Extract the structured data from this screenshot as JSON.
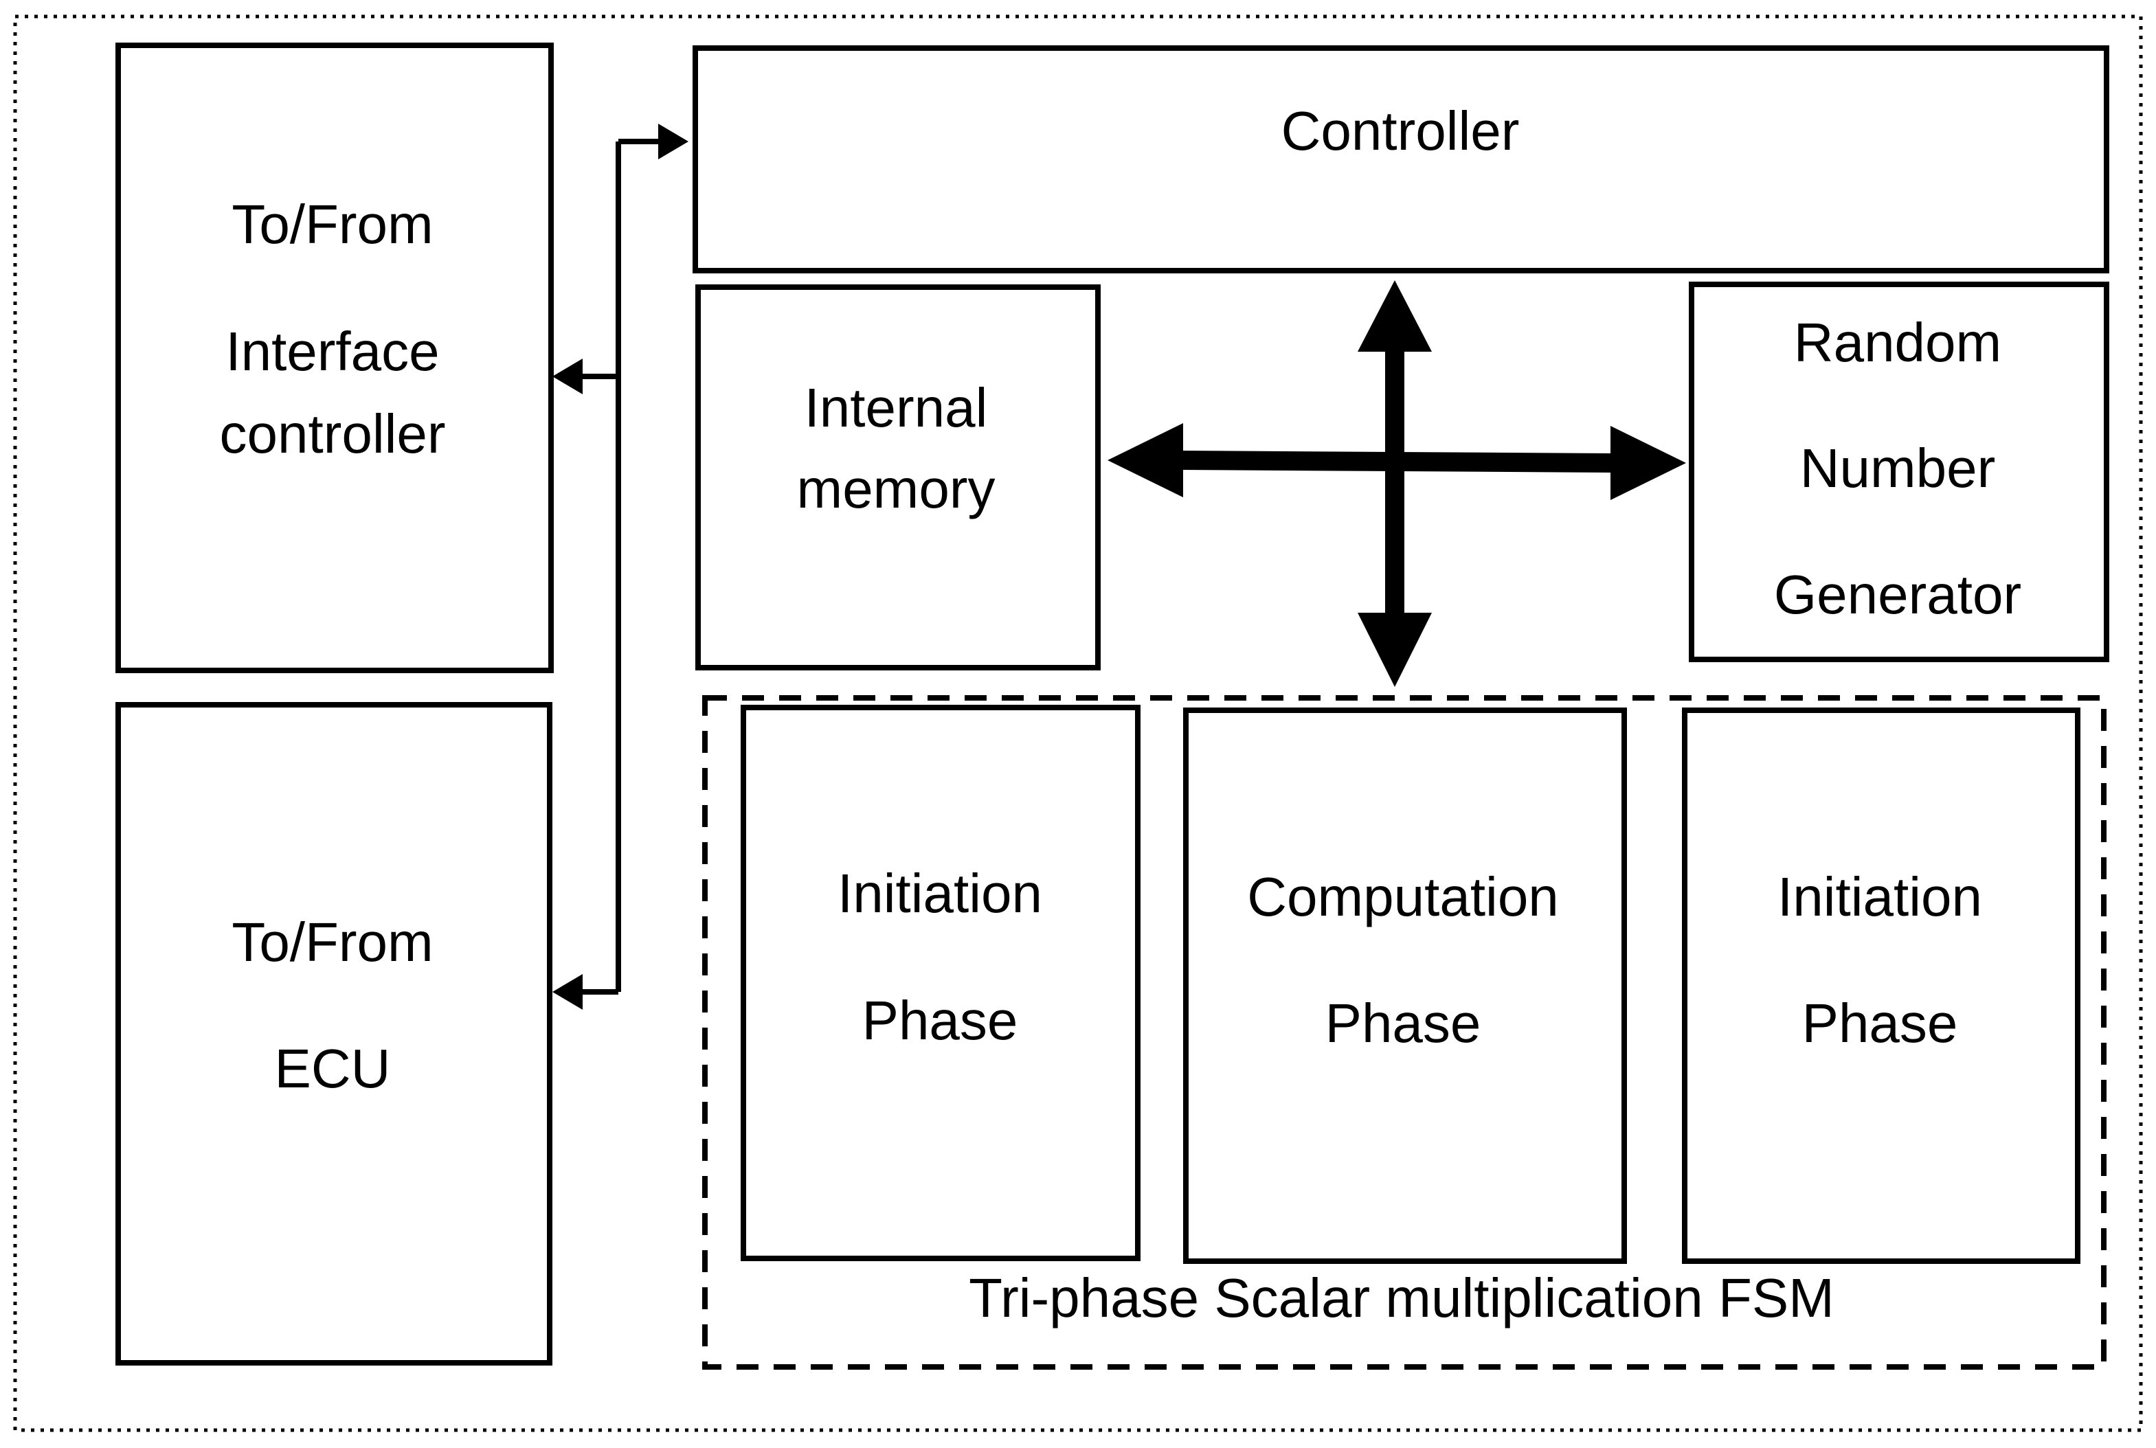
{
  "interface_block": {
    "line1": "To/From",
    "line2": "Interface",
    "line3": "controller"
  },
  "ecu_block": {
    "line1": "To/From",
    "line2": "ECU"
  },
  "controller_block": {
    "label": "Controller"
  },
  "memory_block": {
    "line1": "Internal",
    "line2": "memory"
  },
  "rng_block": {
    "line1": "Random",
    "line2": "Number",
    "line3": "Generator"
  },
  "fsm": {
    "caption": "Tri-phase Scalar multiplication FSM",
    "phase1": {
      "line1": "Initiation",
      "line2": "Phase"
    },
    "phase2": {
      "line1": "Computation",
      "line2": "Phase"
    },
    "phase3": {
      "line1": "Initiation",
      "line2": "Phase"
    }
  },
  "colors": {
    "stroke": "#000000",
    "background": "#ffffff"
  }
}
